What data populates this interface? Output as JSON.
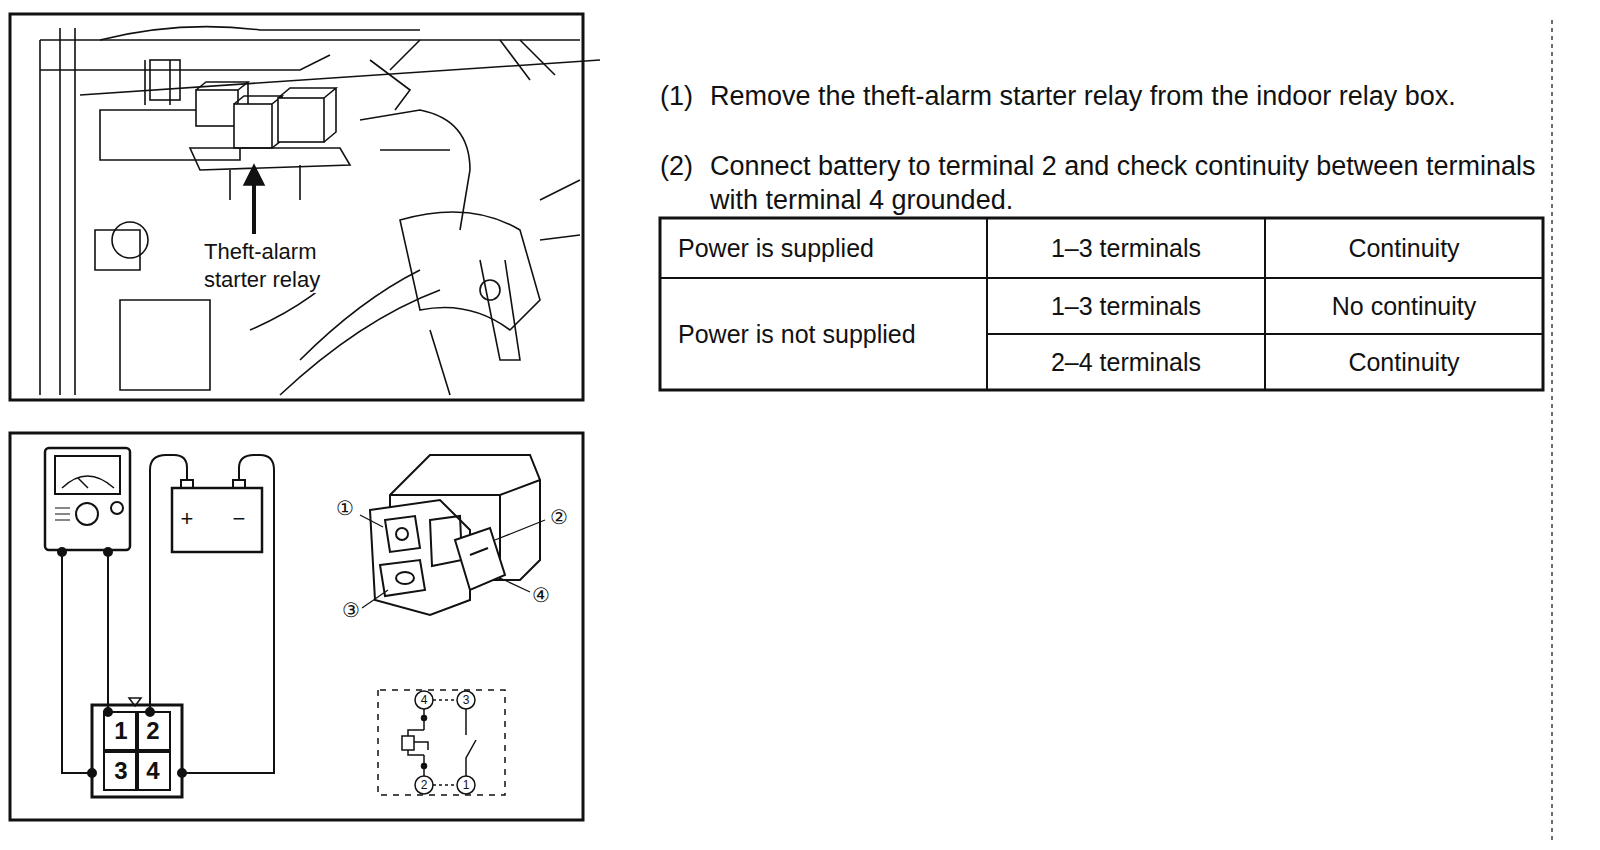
{
  "diagram": {
    "labels": [
      "Theft-alarm starter relay",
      "(1)",
      "Remove the theft-alarm starter relay from the indoor relay box.",
      "(2)",
      "Connect battery to terminal 2 and check continuity between terminals with terminal 4 grounded.",
      "Power is supplied",
      "1–3 terminals",
      "Continuity",
      "Power is not supplied",
      "1–3 terminals",
      "No continuity",
      "2–4 terminals",
      "Continuity",
      "+",
      "−",
      "1",
      "2",
      "3",
      "4",
      "①",
      "②",
      "③",
      "④",
      "4",
      "3",
      "2",
      "1"
    ]
  }
}
